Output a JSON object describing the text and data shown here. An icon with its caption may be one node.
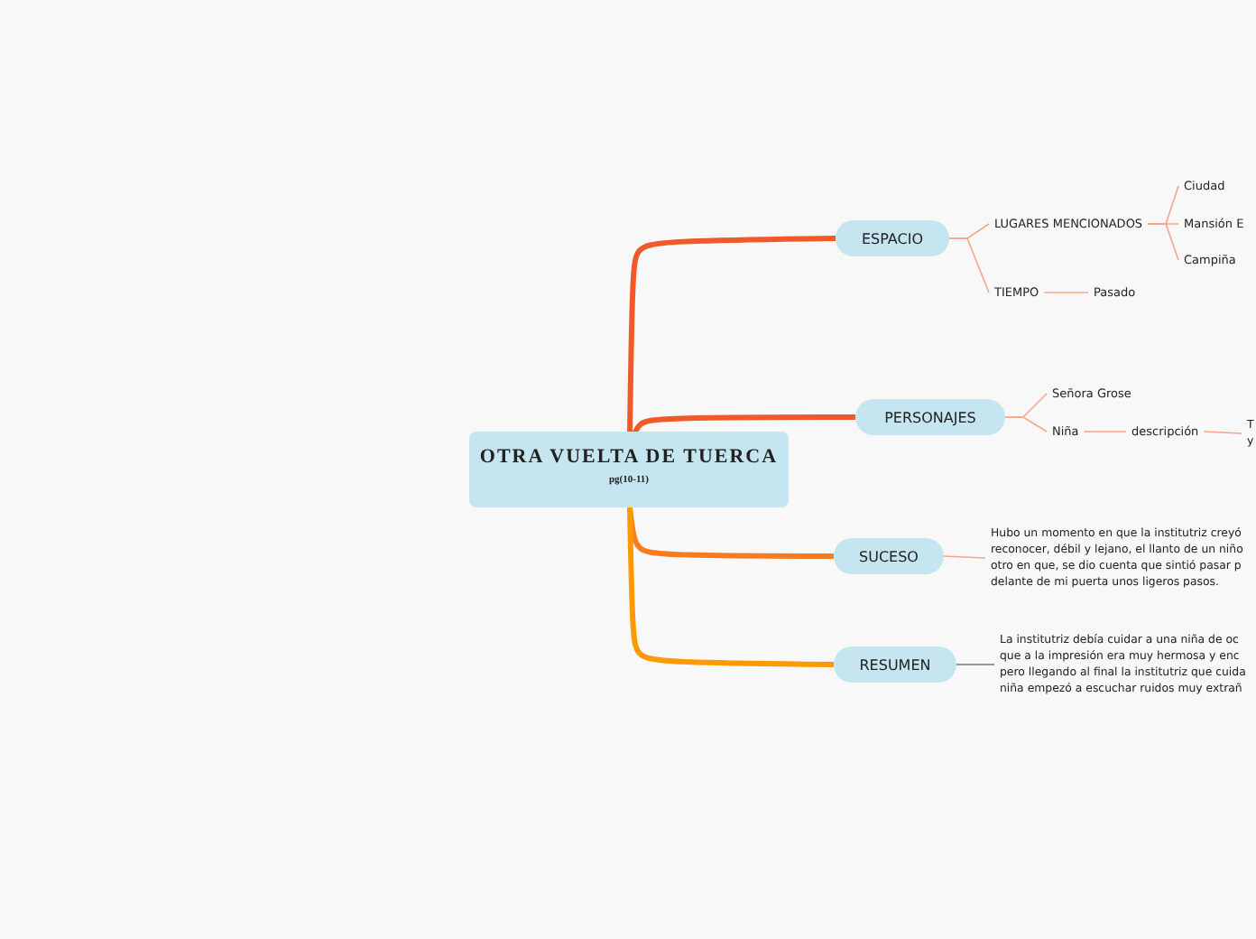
{
  "diagram": {
    "nodes": [
      {
        "text": [
          "OTRA VUELTA DE TUERCA",
          "pg(10-11)"
        ]
      },
      {
        "text": [
          "ESPACIO"
        ]
      },
      {
        "text": [
          "LUGARES MENCIONADOS"
        ]
      },
      {
        "text": [
          "Ciudad"
        ]
      },
      {
        "text": [
          "Mansión E"
        ]
      },
      {
        "text": [
          "Campiña"
        ]
      },
      {
        "text": [
          "TIEMPO"
        ]
      },
      {
        "text": [
          "Pasado"
        ]
      },
      {
        "text": [
          "PERSONAJES"
        ]
      },
      {
        "text": [
          "Señora Grose"
        ]
      },
      {
        "text": [
          "Niña"
        ]
      },
      {
        "text": [
          "descripción"
        ]
      },
      {
        "text": [
          "T y"
        ]
      },
      {
        "text": [
          "SUCESO"
        ]
      },
      {
        "text": [
          "Hubo un momento en que la institutriz creyó reconocer, débil y lejano, el llanto de un niño otro en que, se dio cuenta que sintió pasar p delante de mi puerta unos ligeros pasos."
        ]
      },
      {
        "text": [
          "RESUMEN"
        ]
      },
      {
        "text": [
          "La institutriz debía cuidar a una niña de oc que a la impresión era muy hermosa y enc pero llegando al final la institutriz que cuida niña empezó a escuchar ruidos muy extrañ"
        ]
      }
    ],
    "edges": [
      {
        "from": 0,
        "to": 1,
        "arrow": "none",
        "style": "thick",
        "color": "#f05a28"
      },
      {
        "from": 1,
        "to": 2,
        "arrow": "none"
      },
      {
        "from": 2,
        "to": 3,
        "arrow": "none"
      },
      {
        "from": 2,
        "to": 4,
        "arrow": "none"
      },
      {
        "from": 2,
        "to": 5,
        "arrow": "none"
      },
      {
        "from": 1,
        "to": 6,
        "arrow": "none"
      },
      {
        "from": 6,
        "to": 7,
        "arrow": "none"
      },
      {
        "from": 0,
        "to": 8,
        "arrow": "none",
        "style": "thick",
        "color": "#f05a28"
      },
      {
        "from": 8,
        "to": 9,
        "arrow": "none"
      },
      {
        "from": 8,
        "to": 10,
        "arrow": "none"
      },
      {
        "from": 10,
        "to": 11,
        "arrow": "none"
      },
      {
        "from": 11,
        "to": 12,
        "arrow": "none"
      },
      {
        "from": 0,
        "to": 13,
        "arrow": "none",
        "style": "thick",
        "color": "#f57c1f"
      },
      {
        "from": 13,
        "to": 14,
        "arrow": "none"
      },
      {
        "from": 0,
        "to": 15,
        "arrow": "none",
        "style": "thick",
        "color": "#ff9900"
      },
      {
        "from": 15,
        "to": 16,
        "arrow": "none",
        "color": "#777777"
      }
    ]
  }
}
